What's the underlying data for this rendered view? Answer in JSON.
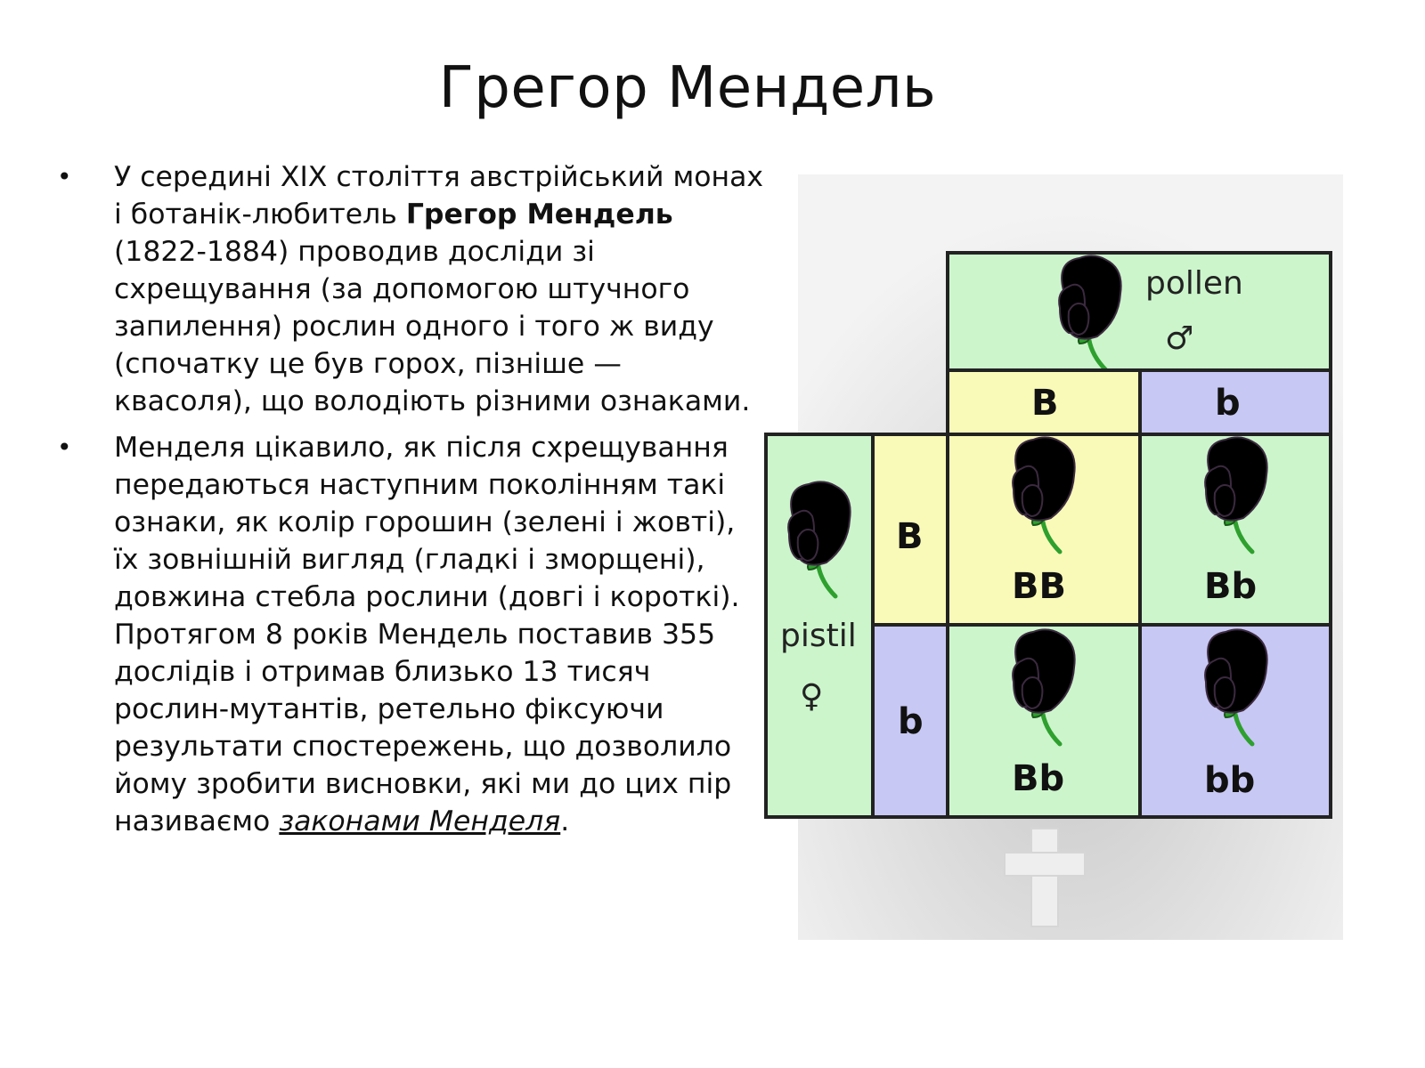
{
  "slide": {
    "title": "Грегор Мендель",
    "p1": {
      "t1": "У середині XIX століття австрійський монах і ботанік-любитель ",
      "bold": "Грегор Мендель",
      "t2": " (1822-1884) проводив досліди зі схрещування (за допомогою штучного запилення) рослин одного і того ж виду (спочатку це був горох, пізніше — квасоля), що володіють різними ознаками."
    },
    "p2": {
      "t1": "Менделя цікавило, як після схрещування передаються наступним поколінням такі ознаки, як колір горошин (зелені і жовті), їх зовнішній вигляд (гладкі і зморщені), довжина стебла рослини (довгі і короткі). Протягом 8 років Мендель поставив 355 дослідів і отримав близько 13 тисяч рослин-мутантів, ретельно фіксуючи результати спостережень, що дозволило йому зробити висновки, які ми до цих пір називаємо ",
      "link": "законами Менделя",
      "t2": "."
    },
    "bullet": "•"
  },
  "diagram": {
    "pollen_label": "pollen",
    "pollen_symbol": "♂",
    "pistil_label": "pistil",
    "pistil_symbol": "♀",
    "pollen_alleles": [
      "B",
      "b"
    ],
    "pistil_alleles": [
      "B",
      "b"
    ],
    "offspring": [
      "BB",
      "Bb",
      "Bb",
      "bb"
    ],
    "colors": {
      "green": "#ccf5cc",
      "yellow": "#fafab8",
      "blue": "#c8c8f5",
      "purple_flower": "#c77de0",
      "white_flower": "#f8f8ec",
      "stem": "#2ea02e",
      "border": "#222222"
    }
  }
}
